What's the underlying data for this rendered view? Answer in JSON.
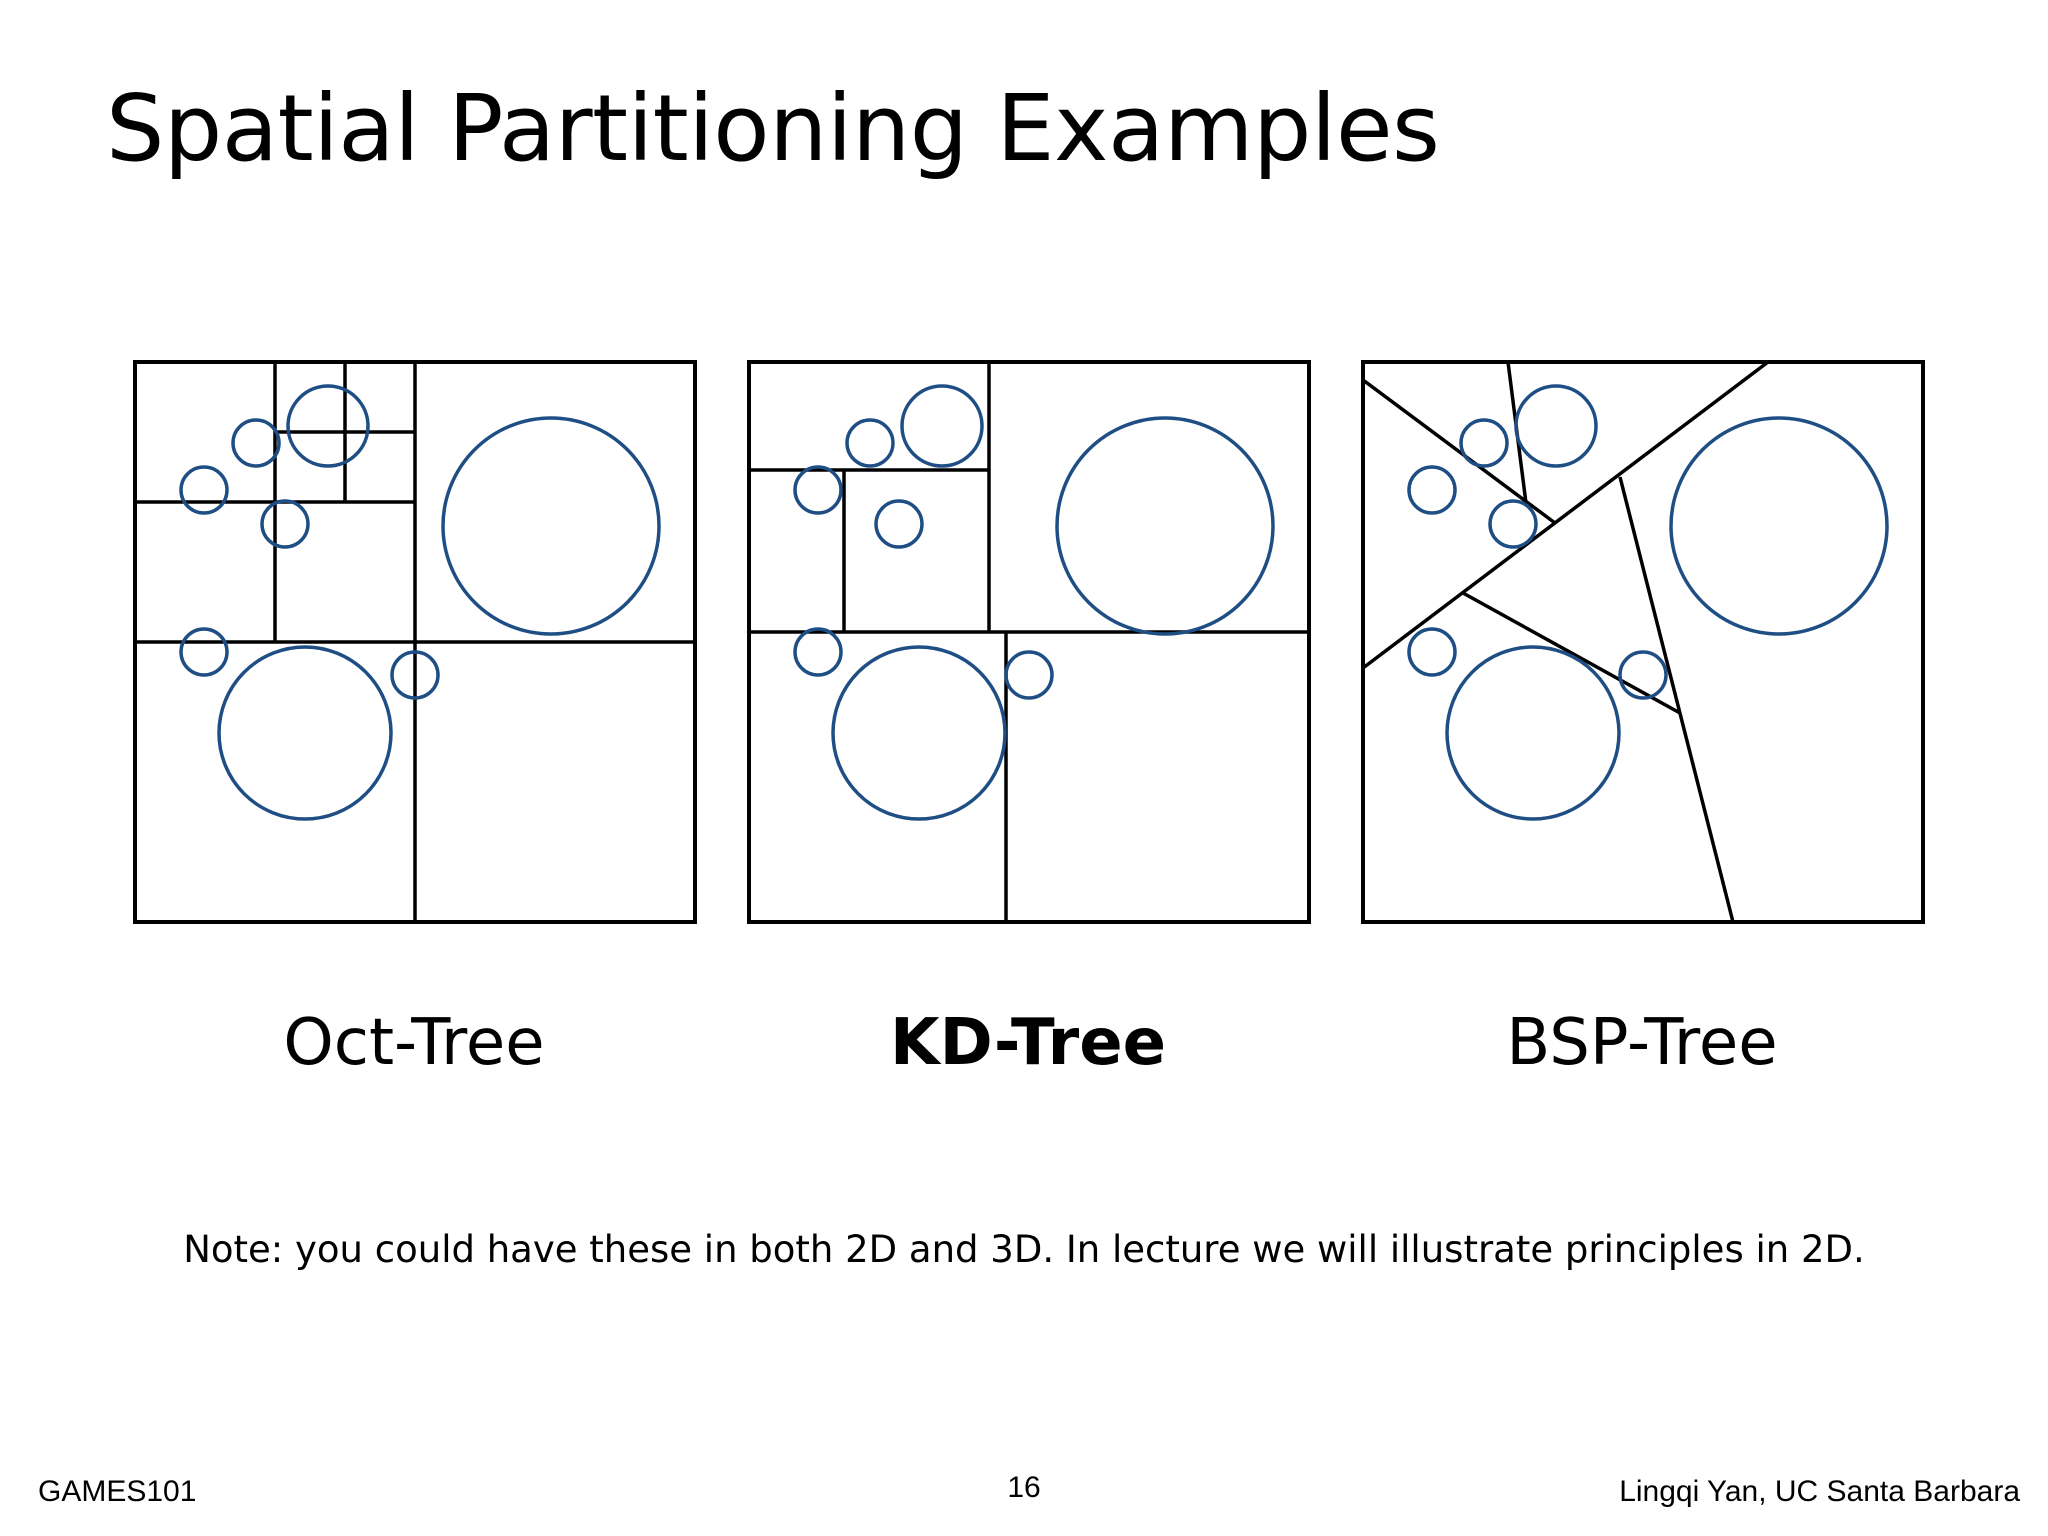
{
  "slide": {
    "title": "Spatial Partitioning Examples",
    "note": "Note: you could have these in both 2D and 3D.  In lecture we will illustrate principles in 2D."
  },
  "colors": {
    "primitive_stroke": "#1f4e85",
    "partition_stroke": "#000000"
  },
  "diagrams": [
    {
      "id": "oct",
      "caption": "Oct-Tree",
      "bold": false
    },
    {
      "id": "kd",
      "caption": "KD-Tree",
      "bold": true
    },
    {
      "id": "bsp",
      "caption": "BSP-Tree",
      "bold": false
    }
  ],
  "footer": {
    "left": "GAMES101",
    "page_number": "16",
    "right": "Lingqi Yan, UC Santa Barbara"
  }
}
